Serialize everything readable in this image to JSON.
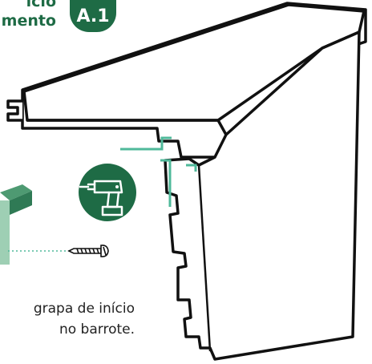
{
  "header": {
    "line1": "icio",
    "line2": "mento"
  },
  "step": {
    "label": "A.1"
  },
  "caption": {
    "line1": "grapa de início",
    "line2": "no barrote."
  },
  "icons": {
    "drill": "drill-icon",
    "screw": "screw-icon"
  },
  "colors": {
    "brand_green": "#1e6b45",
    "accent_teal": "#4fb99a",
    "joist_green": "#9ecfb4",
    "joist_dark": "#4e9a72",
    "outline": "#111111"
  }
}
